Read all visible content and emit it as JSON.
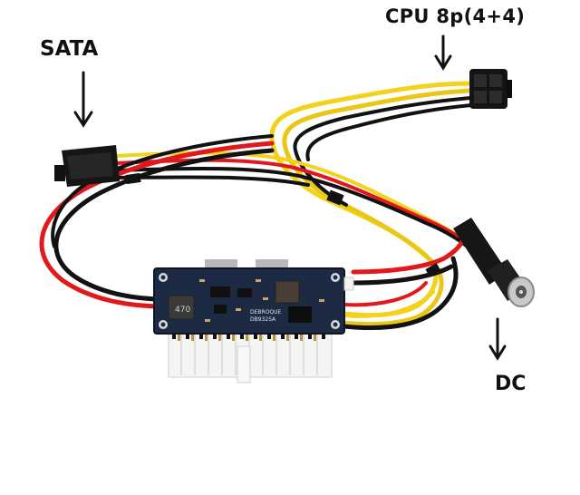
{
  "labels": {
    "cpu": "CPU 8p(4+4)",
    "sata": "SATA",
    "dc": "DC"
  },
  "board_markings": {
    "inductor": "470",
    "model": "DB9325A",
    "brand": "DEBROQUE"
  },
  "colors": {
    "red_wire": "#e0191c",
    "yellow_wire": "#f2d21b",
    "black_wire": "#121212",
    "pcb": "#1c2a44",
    "connector": "#f4f4f2"
  }
}
